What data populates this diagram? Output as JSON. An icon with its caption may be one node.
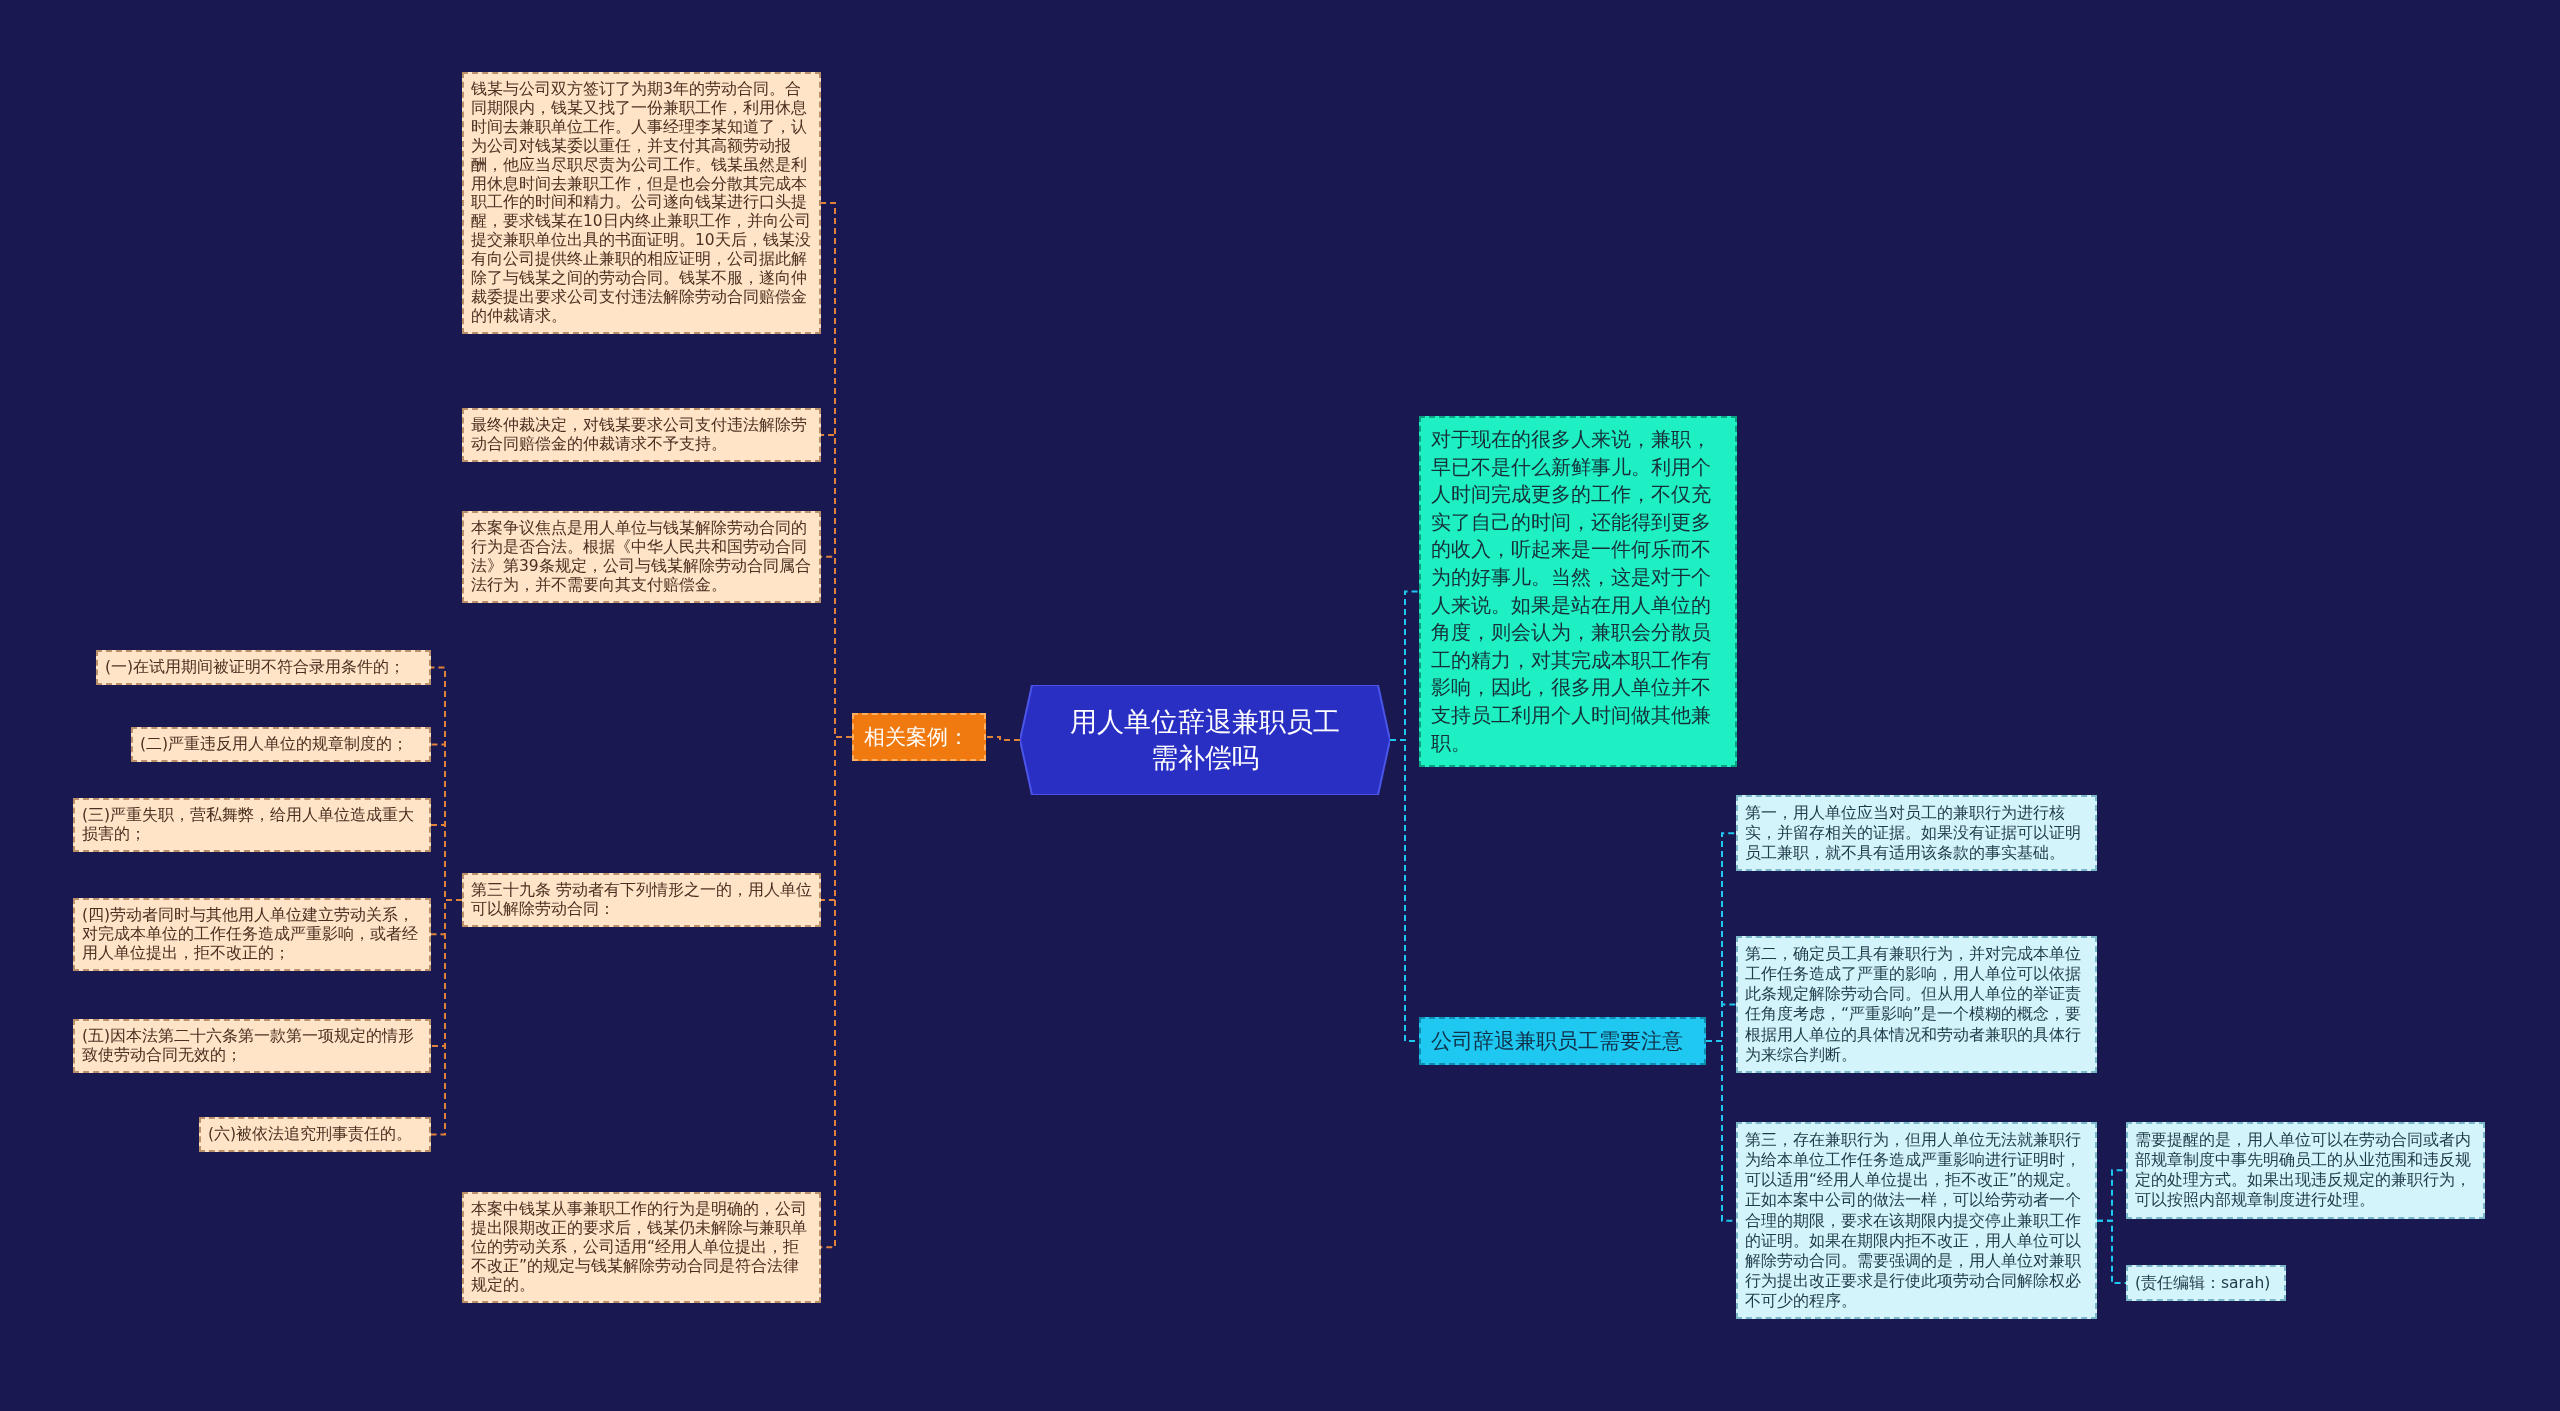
{
  "diagram": {
    "nodes": [
      {
        "text": [
          "用人单位辞退兼职员工需补偿吗"
        ]
      },
      {
        "text": [
          "相关案例："
        ]
      },
      {
        "text": [
          "钱某与公司双方签订了为期3年的劳动合同。合同期限内，钱某又找了一份兼职工作，利用休息时间去兼职单位工作。人事经理李某知道了，认为公司对钱某委以重任，并支付其高额劳动报酬，他应当尽职尽责为公司工作。钱某虽然是利用休息时间去兼职工作，但是也会分散其完成本职工作的时间和精力。公司遂向钱某进行口头提醒，要求钱某在10日内终止兼职工作，并向公司提交兼职单位出具的书面证明。10天后，钱某没有向公司提供终止兼职的相应证明，公司据此解除了与钱某之间的劳动合同。钱某不服，遂向仲裁委提出要求公司支付违法解除劳动合同赔偿金的仲裁请求。"
        ]
      },
      {
        "text": [
          "最终仲裁决定，对钱某要求公司支付违法解除劳动合同赔偿金的仲裁请求不予支持。"
        ]
      },
      {
        "text": [
          "本案争议焦点是用人单位与钱某解除劳动合同的行为是否合法。根据《中华人民共和国劳动合同法》第39条规定，公司与钱某解除劳动合同属合法行为，并不需要向其支付赔偿金。"
        ]
      },
      {
        "text": [
          "第三十九条 劳动者有下列情形之一的，用人单位可以解除劳动合同："
        ]
      },
      {
        "text": [
          "(一)在试用期间被证明不符合录用条件的；"
        ]
      },
      {
        "text": [
          "(二)严重违反用人单位的规章制度的；"
        ]
      },
      {
        "text": [
          "(三)严重失职，营私舞弊，给用人单位造成重大损害的；"
        ]
      },
      {
        "text": [
          "(四)劳动者同时与其他用人单位建立劳动关系，对完成本单位的工作任务造成严重影响，或者经用人单位提出，拒不改正的；"
        ]
      },
      {
        "text": [
          "(五)因本法第二十六条第一款第一项规定的情形致使劳动合同无效的；"
        ]
      },
      {
        "text": [
          "(六)被依法追究刑事责任的。"
        ]
      },
      {
        "text": [
          "本案中钱某从事兼职工作的行为是明确的，公司提出限期改正的要求后，钱某仍未解除与兼职单位的劳动关系，公司适用“经用人单位提出，拒不改正”的规定与钱某解除劳动合同是符合法律规定的。"
        ]
      },
      {
        "text": [
          "对于现在的很多人来说，兼职，早已不是什么新鲜事儿。利用个人时间完成更多的工作，不仅充实了自己的时间，还能得到更多的收入，听起来是一件何乐而不为的好事儿。当然，这是对于个人来说。如果是站在用人单位的角度，则会认为，兼职会分散员工的精力，对其完成本职工作有影响，因此，很多用人单位并不支持员工利用个人时间做其他兼职。"
        ]
      },
      {
        "text": [
          "公司辞退兼职员工需要注意"
        ]
      },
      {
        "text": [
          "第一，用人单位应当对员工的兼职行为进行核实，并留存相关的证据。如果没有证据可以证明员工兼职，就不具有适用该条款的事实基础。"
        ]
      },
      {
        "text": [
          "第二，确定员工具有兼职行为，并对完成本单位工作任务造成了严重的影响，用人单位可以依据此条规定解除劳动合同。但从用人单位的举证责任角度考虑，“严重影响”是一个模糊的概念，要根据用人单位的具体情况和劳动者兼职的具体行为来综合判断。"
        ]
      },
      {
        "text": [
          "第三，存在兼职行为，但用人单位无法就兼职行为给本单位工作任务造成严重影响进行证明时，可以适用“经用人单位提出，拒不改正”的规定。正如本案中公司的做法一样，可以给劳动者一个合理的期限，要求在该期限内提交停止兼职工作的证明。如果在期限内拒不改正，用人单位可以解除劳动合同。需要强调的是，用人单位对兼职行为提出改正要求是行使此项劳动合同解除权必不可少的程序。"
        ]
      },
      {
        "text": [
          "需要提醒的是，用人单位可以在劳动合同或者内部规章制度中事先明确员工的从业范围和违反规定的处理方式。如果出现违反规定的兼职行为，可以按照内部规章制度进行处理。"
        ]
      },
      {
        "text": [
          "(责任编辑：sarah)"
        ]
      }
    ],
    "edges": [
      {
        "from": 0,
        "to": 1,
        "arrow": "none"
      },
      {
        "from": 1,
        "to": 2,
        "arrow": "none"
      },
      {
        "from": 1,
        "to": 3,
        "arrow": "none"
      },
      {
        "from": 1,
        "to": 4,
        "arrow": "none"
      },
      {
        "from": 1,
        "to": 5,
        "arrow": "none"
      },
      {
        "from": 5,
        "to": 6,
        "arrow": "none"
      },
      {
        "from": 5,
        "to": 7,
        "arrow": "none"
      },
      {
        "from": 5,
        "to": 8,
        "arrow": "none"
      },
      {
        "from": 5,
        "to": 9,
        "arrow": "none"
      },
      {
        "from": 5,
        "to": 10,
        "arrow": "none"
      },
      {
        "from": 5,
        "to": 11,
        "arrow": "none"
      },
      {
        "from": 1,
        "to": 12,
        "arrow": "none"
      },
      {
        "from": 0,
        "to": 13,
        "arrow": "none",
        "color": "#1ec8f0"
      },
      {
        "from": 0,
        "to": 14,
        "arrow": "none",
        "color": "#1ec8f0"
      },
      {
        "from": 14,
        "to": 15,
        "arrow": "none",
        "color": "#1ec8f0"
      },
      {
        "from": 14,
        "to": 16,
        "arrow": "none",
        "color": "#1ec8f0"
      },
      {
        "from": 14,
        "to": 17,
        "arrow": "none",
        "color": "#1ec8f0"
      },
      {
        "from": 17,
        "to": 18,
        "arrow": "none",
        "color": "#1ec8f0"
      },
      {
        "from": 17,
        "to": 19,
        "arrow": "none",
        "color": "#1ec8f0"
      }
    ]
  }
}
